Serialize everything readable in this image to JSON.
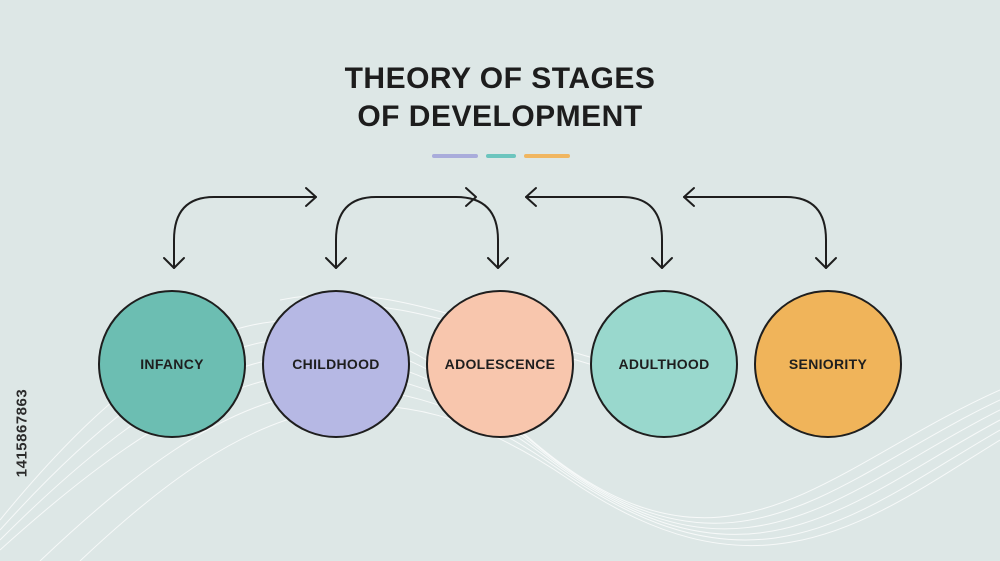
{
  "title": {
    "line1": "THEORY OF STAGES",
    "line2": "OF DEVELOPMENT"
  },
  "accent_bars": [
    {
      "color": "#a9acdb"
    },
    {
      "color": "#6cc5be"
    },
    {
      "color": "#f0b660"
    }
  ],
  "stages": [
    {
      "label": "INFANCY",
      "color": "#6cbeb2"
    },
    {
      "label": "CHILDHOOD",
      "color": "#b6b8e4"
    },
    {
      "label": "ADOLESCENCE",
      "color": "#f8c6ad"
    },
    {
      "label": "ADULTHOOD",
      "color": "#99d8cd"
    },
    {
      "label": "SENIORITY",
      "color": "#f0b45a"
    }
  ],
  "connectors": [
    {
      "from": "INFANCY",
      "arrowheads": [
        "right-end",
        "down-start"
      ]
    },
    {
      "from": "CHILDHOOD",
      "to": "ADOLESCENCE",
      "arrowheads": [
        "down-start",
        "down-end",
        "right-mid"
      ]
    },
    {
      "from": "ADOLESCENCE",
      "to": "ADULTHOOD",
      "arrowheads": [
        "left-start",
        "down-end"
      ]
    },
    {
      "from": "ADULTHOOD",
      "to": "SENIORITY",
      "arrowheads": [
        "left-start",
        "down-end"
      ]
    }
  ],
  "watermark_id": "1415867863",
  "line_color": "#1e1e1e",
  "background": "#dde7e6"
}
